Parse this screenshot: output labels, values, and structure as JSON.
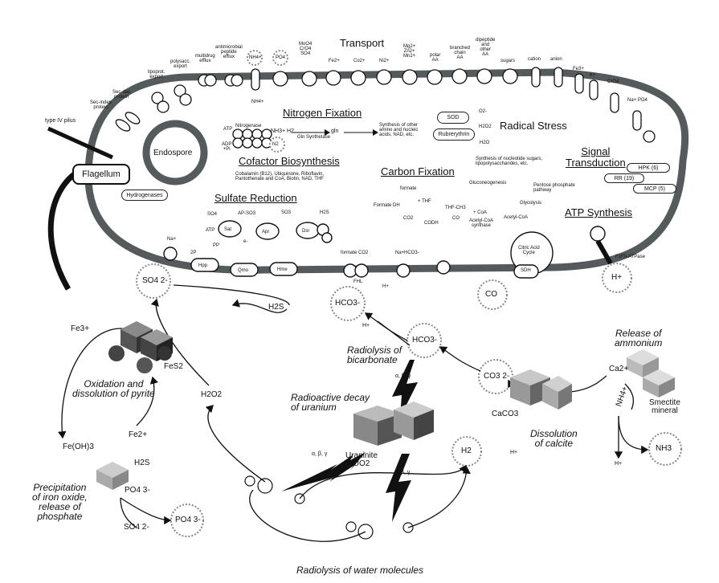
{
  "sections": {
    "transport": "Transport",
    "nitrogen_fixation": "Nitrogen Fixation",
    "radical_stress": "Radical Stress",
    "cofactor_biosynthesis": "Cofactor Biosynthesis",
    "signal_transduction": "Signal\nTransduction",
    "carbon_fixation": "Carbon Fixation",
    "sulfate_reduction": "Sulfate Reduction",
    "atp_synthesis": "ATP Synthesis"
  },
  "cell": {
    "flagellum": "Flagellum",
    "endospore": "Endospore",
    "type_iv_pilus": "type IV pilus",
    "hydrogenases": "Hydrogenases"
  },
  "transport_labels": [
    "Sec-indep\nprotein",
    "Sec-dep\nprotein",
    "lipoprot.\nexport",
    "polysacc.\nexport",
    "multidrug\nefflux",
    "antimicrobial\npeptide\nefflux",
    "NH4+",
    "PO4",
    "MoO4\nCrO4\nSO4",
    "Fe2+",
    "Co2+",
    "Ni2+",
    "Mg2+\nZn2+\nMn2+",
    "polar\nAA",
    "branched\nchain\nAA",
    "dipeptide\nand\nother\nAA",
    "sugars",
    "cation",
    "anion",
    "Fe3+",
    "K+",
    "CrO4",
    "Na+ PO4"
  ],
  "nitrogen": {
    "nitrogenase": "Nitrogenase",
    "atp": "ATP",
    "adp": "ADP\n+Pi",
    "nh3_h2": "NH3+ H2",
    "gln": "gln",
    "gln_synthetase": "Gln Synthetase",
    "products": "Synthesis of other\namino and nucleic\nacids, NAD, etc.",
    "n2": "N2",
    "nh4": "NH4+"
  },
  "radical": {
    "sod": "SOD",
    "rubrerythrin": "Rubrerythrin",
    "o2": "O2-",
    "h2o2": "H2O2",
    "h2o": "H2O"
  },
  "cofactor": {
    "text": "Cobalamin (B12), Ubiquinone, Riboflavin,\nPantothenate and CoA, Biotin, NAD, THF"
  },
  "signal": {
    "hpk": "HPK (6)",
    "rr": "RR (19)",
    "mcp": "MCP (5)"
  },
  "carbon": {
    "sugars_note": "Synthesis of nucleotide sugars,\nlipopolysaccharides, etc.",
    "formate": "formate",
    "formate_dh": "Formate DH",
    "thf": "+ THF",
    "thf_ch3": "THF-CH3",
    "coa": "+ CoA",
    "co2": "CO2",
    "co": "CO",
    "codh": "CODH",
    "acetyl_coa_synthase": "Acetyl-CoA\nsynthase",
    "acetyl_coa": "Acetyl-CoA",
    "gluconeogenesis": "Gluconeogenesis",
    "glycolysis": "Glycolysis",
    "pentose": "Pentose phosphate\npathway",
    "tca": "Citric Acid\nCycle",
    "sdh": "SDH",
    "fhl": "FHL",
    "formate_co2": "formate  CO2",
    "hco3": "HCO3-",
    "na": "Na+",
    "h": "H+"
  },
  "sulfate": {
    "so4": "SO4",
    "aps_so3": "AP-SO3",
    "so3": "SO3",
    "h2s": "H2S",
    "sat": "Sat",
    "apr": "Apr",
    "dsr": "Dsr",
    "hpp": "Hpp",
    "qmo": "Qmo",
    "hme": "Hme",
    "atp": "ATP",
    "pp": "PP",
    "two_p": "2P",
    "e": "e-",
    "na": "Na+"
  },
  "atp": {
    "f1f0": "F1F0-ATPase",
    "h": "H+"
  },
  "outside": {
    "so4": "SO4 2-",
    "h2s": "H2S",
    "hco3_a": "HCO3-",
    "hco3_b": "HCO3-",
    "h_plus": "H+",
    "co": "CO",
    "co3": "CO3 2-",
    "radiolysis_bicarbonate": "Radiolysis of\nbicarbonate",
    "fe3": "Fe3+",
    "fes2": "FeS2",
    "oxidation_pyrite": "Oxidation and\ndissolution of pyrite",
    "h2o2": "H2O2",
    "radioactive_decay": "Radioactive decay\nof uranium",
    "abg": "α, β, γ",
    "uraninite": "Uraninite\nUO2",
    "caco3": "CaCO3",
    "dissolution_calcite": "Dissolution\nof calcite",
    "ca": "Ca2+",
    "release_ammonium": "Release of\nammonium",
    "nh4": "NH4+",
    "smectite": "Smectite\nmineral",
    "nh3": "NH3",
    "fe_oh3": "Fe(OH)3",
    "fe2": "Fe2+",
    "h2s_b": "H2S",
    "po4": "PO4 3-",
    "po4_b": "PO4 3-",
    "so4_b": "SO4 2-",
    "precip": "Precipitation\nof iron oxide,\nrelease of\nphosphate",
    "h2": "H2",
    "radiolysis_water": "Radiolysis of water molecules"
  }
}
